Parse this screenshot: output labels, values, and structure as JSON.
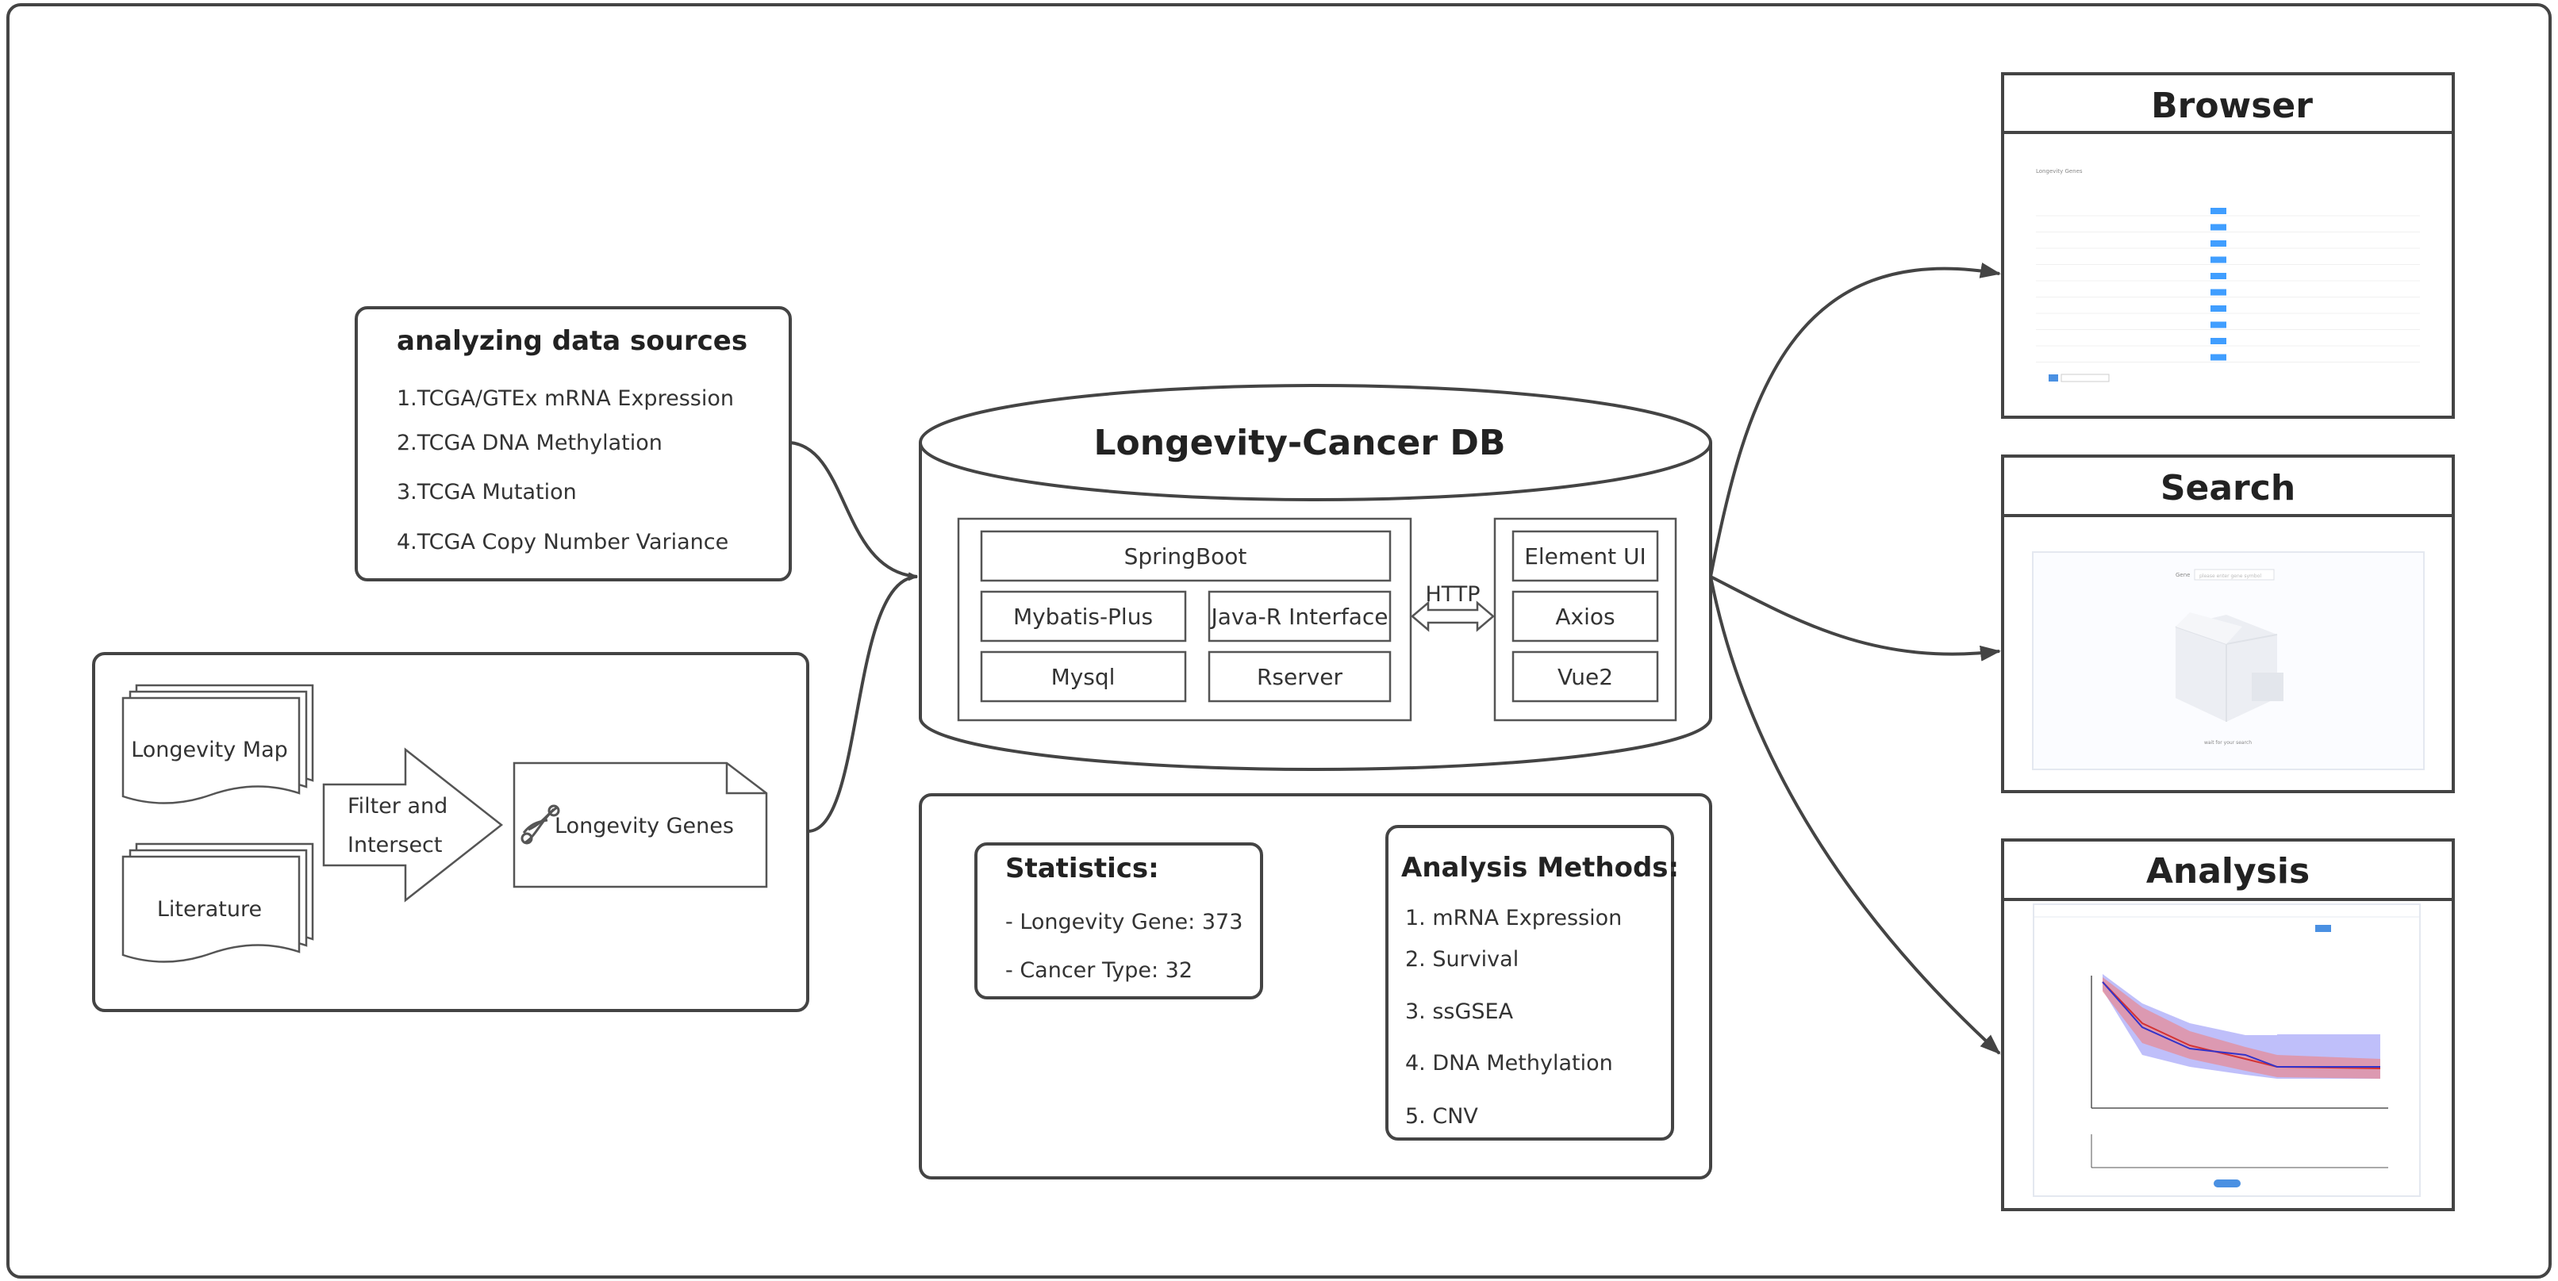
{
  "data_sources": {
    "title": "analyzing data sources",
    "items": [
      "1.TCGA/GTEx mRNA Expression",
      "2.TCGA DNA Methylation",
      "3.TCGA Mutation",
      "4.TCGA Copy Number Variance"
    ]
  },
  "gene_pipeline": {
    "source_1": "Longevity Map",
    "source_2": "Literature",
    "process_line1": "Filter and",
    "process_line2": "Intersect",
    "output": "Longevity Genes"
  },
  "database": {
    "title": "Longevity-Cancer DB",
    "backend": [
      "SpringBoot",
      "Mybatis-Plus",
      "Java-R Interface",
      "Mysql",
      "Rserver"
    ],
    "protocol": "HTTP",
    "frontend": [
      "Element UI",
      "Axios",
      "Vue2"
    ]
  },
  "statistics": {
    "title": "Statistics:",
    "items": [
      "- Longevity Gene: 373",
      "- Cancer Type: 32"
    ]
  },
  "analysis_methods": {
    "title": "Analysis Methods:",
    "items": [
      "1. mRNA Expression",
      "2. Survival",
      "3. ssGSEA",
      "4. DNA Methylation",
      "5. CNV"
    ]
  },
  "panels": {
    "browser": "Browser",
    "search": "Search",
    "analysis": "Analysis"
  },
  "thumb": {
    "browser_heading": "Longevity Genes",
    "search_label": "Gene",
    "search_placeholder": "please enter gene symbol",
    "search_hint": "wait for your search"
  }
}
